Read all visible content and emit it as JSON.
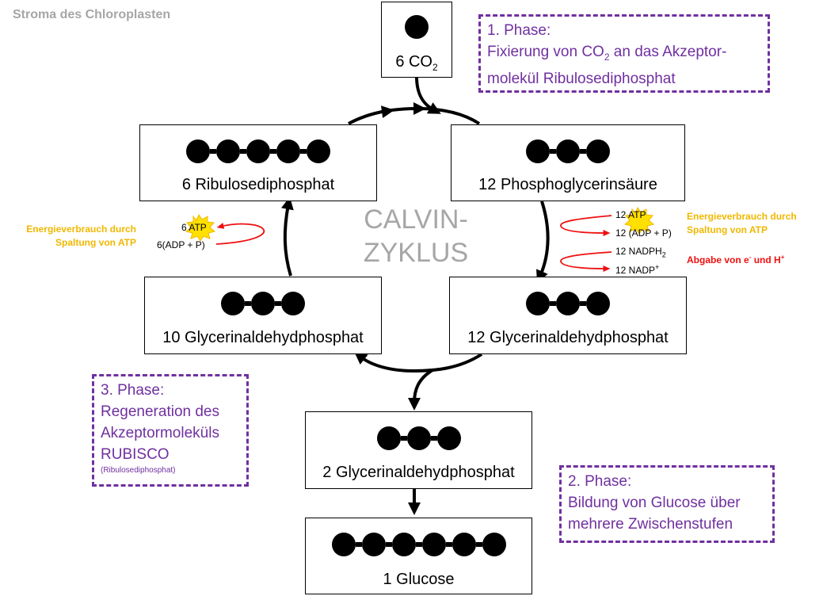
{
  "stroma_label": "Stroma des Chloroplasten",
  "center": {
    "line1": "CALVIN-",
    "line2": "ZYKLUS"
  },
  "boxes": {
    "co2": {
      "prefix": "6 CO",
      "sub": "2",
      "atoms": 1
    },
    "ribulose": {
      "label": "6 Ribulosediphosphat",
      "atoms": 5
    },
    "phosphoglycerin": {
      "label": "12 Phosphoglycerinsäure",
      "atoms": 3
    },
    "gap10": {
      "label": "10 Glycerinaldehydphosphat",
      "atoms": 3
    },
    "gap12": {
      "label": "12 Glycerinaldehydphosphat",
      "atoms": 3
    },
    "gap2": {
      "label": "2 Glycerinaldehydphosphat",
      "atoms": 3
    },
    "glucose": {
      "label": "1 Glucose",
      "atoms": 6
    }
  },
  "phases": {
    "p1": {
      "title": "1. Phase:",
      "line2_pre": "Fixierung von CO",
      "line2_sub": "2",
      "line2_post": " an das Akzeptor-",
      "line3": "molekül Ribulosediphosphat"
    },
    "p2": {
      "title": "2. Phase:",
      "line2": "Bildung von Glucose über",
      "line3": "mehrere Zwischenstufen"
    },
    "p3": {
      "title": "3. Phase:",
      "line2": "Regeneration des",
      "line3": "Akzeptormoleküls",
      "line4": "RUBISCO",
      "small": "(Ribulosediphosphat)"
    }
  },
  "energy": {
    "left_line1": "Energieverbrauch durch",
    "left_line2": "Spaltung von ATP",
    "right_line1": "Energieverbrauch durch",
    "right_line2": "Spaltung von ATP",
    "left_atp": "6 ATP",
    "left_adp": "6(ADP + P)",
    "right_atp": "12 ATP",
    "right_adp": "12 (ADP + P)",
    "nadph_pre": "12 NADPH",
    "nadph_sub": "2",
    "nadp_pre": "12 NADP",
    "nadp_sup": "+",
    "electrons_pre": "Abgabe von e",
    "electrons_sup1": "-",
    "electrons_mid": " und H",
    "electrons_sup2": "+"
  },
  "colors": {
    "phase": "#7030a0",
    "energy": "#f0b800",
    "red": "#ee1010",
    "center": "#a6a6a6",
    "star": "#ffe000"
  }
}
